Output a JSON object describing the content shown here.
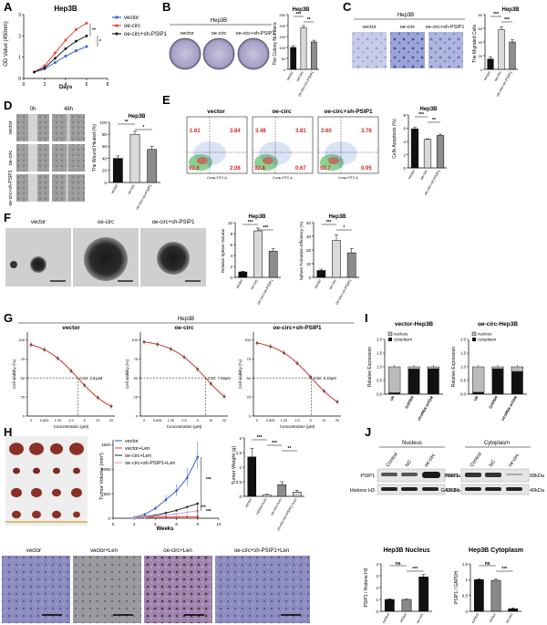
{
  "panels": {
    "A": {
      "letter": "A",
      "title": "Hep3B",
      "ylabel": "OD Value (450nm)",
      "xlabel": "Days",
      "legend": [
        "vector",
        "oe-circ",
        "oe-circ+sh-PSIP1"
      ],
      "sig": [
        "**",
        "*"
      ]
    },
    "B": {
      "letter": "B",
      "header": "Hep3B",
      "labels": [
        "vector",
        "oe-circ",
        "oe-circ+sh-PSIP1"
      ],
      "bar_title": "Hep3B",
      "ylabel": "The Colony Numbers",
      "sig": [
        "***",
        "**"
      ]
    },
    "C": {
      "letter": "C",
      "header": "Hep3B",
      "labels": [
        "vector",
        "oe-circ",
        "oe-circ+sh-PSIP1"
      ],
      "bar_title": "Hep3B",
      "ylabel": "The Migrated Cells",
      "sig": [
        "***",
        "***"
      ]
    },
    "D": {
      "letter": "D",
      "time_labels": [
        "0h",
        "48h"
      ],
      "row_labels": [
        "vector",
        "oe-circ",
        "oe-circ+sh-PSIP1"
      ],
      "bar_title": "Hep3B",
      "ylabel": "The Wound Healed (%)",
      "sig": [
        "**",
        "*"
      ]
    },
    "E": {
      "letter": "E",
      "plot_titles": [
        "vector",
        "oe-circ",
        "oe-circ+sh-PSIP1"
      ],
      "quadrants": [
        {
          "q1": "1.61",
          "q2": "3.84",
          "q3": "92.6",
          "q4": "2.08"
        },
        {
          "q1": "3.48",
          "q2": "3.81",
          "q3": "92.8",
          "q4": "0.67"
        },
        {
          "q1": "2.60",
          "q2": "3.78",
          "q3": "92.7",
          "q4": "0.95"
        }
      ],
      "axis_x": "Comp-FITC-A",
      "bar_title": "Hep3B",
      "ylabel": "Cells Apoptosis (%)",
      "sig": [
        "***",
        "**"
      ]
    },
    "F": {
      "letter": "F",
      "labels": [
        "vector",
        "oe-circ",
        "oe-circ+sh-PSIP1"
      ],
      "bar1_title": "Hep3B",
      "bar1_ylabel": "Relative Sphere Volume",
      "bar1_sig": [
        "***",
        "***"
      ],
      "bar2_title": "Hep3B",
      "bar2_ylabel": "Sphere Formation Efficiency (%)",
      "bar2_sig": [
        "***",
        "*"
      ]
    },
    "G": {
      "letter": "G",
      "header": "Hep3B",
      "titles": [
        "vector",
        "oe-circ",
        "oe-circ+sh-PSIP1"
      ],
      "ic50": [
        "IC50: 3.51μM",
        "IC50: 7.58μM",
        "IC50: 5.22μM"
      ],
      "xlabel": "Concentration (μM)",
      "ylabel": "Cell viability (%)",
      "xticks": [
        "0",
        "0.625",
        "1.25",
        "2.5",
        "5",
        "10",
        "20"
      ],
      "yticks": [
        "0",
        "25",
        "50",
        "75",
        "100"
      ]
    },
    "I": {
      "letter": "I",
      "titles": [
        "vector-Hep3B",
        "oe-circ-Hep3B"
      ],
      "legend": [
        "nucleus",
        "cytoplasm"
      ],
      "categories": [
        "U6",
        "GAPDH",
        "circRNA-mTOR"
      ],
      "ylabel": "Relative Expression",
      "yticks": [
        "0.0",
        "0.5",
        "1.0",
        "1.5",
        "2.0"
      ]
    },
    "H": {
      "letter": "H",
      "legend": [
        "vector",
        "vector+Len",
        "oe-circ+Len",
        "oe-circ+sh-PSIP1+Len"
      ],
      "ylabel": "Tumor Volume (mm³)",
      "xlabel": "Weeks",
      "yticks": [
        "0",
        "500",
        "1000",
        "1500"
      ],
      "xticks": [
        "0",
        "2",
        "4",
        "6",
        "8",
        "10"
      ],
      "sig": [
        "***",
        "***",
        "***"
      ],
      "weight_ylabel": "Tumor Weight (g)",
      "weight_sig": [
        "***",
        "***",
        "**"
      ],
      "weight_yticks": [
        "0.0",
        "0.5",
        "1.0",
        "1.5",
        "2.0"
      ],
      "weight_labels": [
        "vector",
        "vector+Len",
        "oe-circ+Len",
        "oe-circ+sh-PSIP1+Len"
      ],
      "ihc_labels": [
        "vector",
        "vector+Len",
        "oe-circ+Len",
        "oe-circ+sh-PSIP1+Len"
      ]
    },
    "J": {
      "letter": "J",
      "nucleus_title": "Nucleus",
      "cytoplasm_title": "Cytoplasm",
      "lanes": [
        "Control",
        "NC",
        "oe-circ"
      ],
      "row_labels_left": [
        "PSIP1",
        "Histone H3"
      ],
      "row_labels_right": [
        "PSIP1",
        "GAPDH"
      ],
      "kda_left": [
        "68kDa",
        "13kDa"
      ],
      "kda_right": [
        "68kDa",
        "40kDa"
      ],
      "bar1_title": "Hep3B Nucleus",
      "bar1_ylabel": "PSIP1 / Histone H3",
      "bar1_sig": [
        "ns",
        "***"
      ],
      "bar2_title": "Hep3B Cytoplasm",
      "bar2_ylabel": "PSIP1 / GAPDH",
      "bar2_sig": [
        "ns",
        "***"
      ],
      "categories": [
        "control",
        "vector",
        "oe-circ"
      ]
    }
  },
  "chart_data": [
    {
      "panel": "A",
      "type": "line",
      "title": "Hep3B",
      "x": [
        1,
        2,
        3,
        4,
        5,
        6
      ],
      "series": [
        {
          "name": "vector",
          "values": [
            0.3,
            0.45,
            0.75,
            1.05,
            1.3,
            1.5
          ]
        },
        {
          "name": "oe-circ",
          "values": [
            0.3,
            0.6,
            1.2,
            1.8,
            2.3,
            2.6
          ]
        },
        {
          "name": "oe-circ+sh-PSIP1",
          "values": [
            0.3,
            0.5,
            0.95,
            1.4,
            1.75,
            2.0
          ]
        }
      ],
      "xlabel": "Days",
      "ylabel": "OD Value (450nm)",
      "xlim": [
        0,
        8
      ],
      "ylim": [
        0,
        3
      ],
      "xticks": [
        0,
        2,
        4,
        6,
        8
      ],
      "yticks": [
        0,
        1,
        2,
        3
      ],
      "colors": [
        "#3a5fcd",
        "#e8473b",
        "#222222"
      ]
    },
    {
      "panel": "B",
      "type": "bar",
      "categories": [
        "vector",
        "oe-circ",
        "oe-circ+sh-PSIP1"
      ],
      "values": [
        100,
        190,
        125
      ],
      "errors": [
        8,
        10,
        8
      ],
      "ylim": [
        0,
        250
      ],
      "yticks": [
        0,
        50,
        100,
        150,
        200,
        250
      ]
    },
    {
      "panel": "C",
      "type": "bar",
      "categories": [
        "vector",
        "oe-circ",
        "oe-circ+sh-PSIP1"
      ],
      "values": [
        15,
        58,
        40
      ],
      "errors": [
        3,
        4,
        3
      ],
      "ylim": [
        0,
        80
      ],
      "yticks": [
        0,
        20,
        40,
        60,
        80
      ]
    },
    {
      "panel": "D",
      "type": "bar",
      "categories": [
        "vector",
        "oe-circ",
        "oe-circ+sh-PSIP1"
      ],
      "values": [
        40,
        80,
        55
      ],
      "errors": [
        4,
        5,
        5
      ],
      "ylim": [
        0,
        100
      ],
      "yticks": [
        0,
        20,
        40,
        60,
        80,
        100
      ]
    },
    {
      "panel": "E",
      "type": "bar",
      "categories": [
        "vector",
        "oe-circ",
        "oe-circ+sh-PSIP1"
      ],
      "values": [
        5.9,
        4.3,
        4.9
      ],
      "errors": [
        0.2,
        0.1,
        0.2
      ],
      "ylim": [
        0,
        8
      ],
      "yticks": [
        0,
        2,
        4,
        6,
        8
      ]
    },
    {
      "panel": "F1",
      "type": "bar",
      "categories": [
        "vector",
        "oe-circ",
        "oe-circ+sh-PSIP1"
      ],
      "values": [
        1,
        8.5,
        4.8
      ],
      "errors": [
        0.1,
        0.5,
        0.4
      ],
      "ylim": [
        0,
        10
      ],
      "yticks": [
        0,
        2,
        4,
        6,
        8,
        10
      ]
    },
    {
      "panel": "F2",
      "type": "bar",
      "categories": [
        "vector",
        "oe-circ",
        "oe-circ+sh-PSIP1"
      ],
      "values": [
        5,
        27,
        18
      ],
      "errors": [
        1,
        4,
        3
      ],
      "ylim": [
        0,
        40
      ],
      "yticks": [
        0,
        10,
        20,
        30,
        40
      ]
    },
    {
      "panel": "Hweight",
      "type": "bar",
      "categories": [
        "vector",
        "vector+Len",
        "oe-circ+Len",
        "oe-circ+sh-PSIP1+Len"
      ],
      "values": [
        1.35,
        0.05,
        0.4,
        0.15
      ],
      "errors": [
        0.3,
        0.02,
        0.1,
        0.05
      ],
      "ylim": [
        0,
        2
      ],
      "yticks": [
        0,
        0.5,
        1,
        1.5,
        2
      ]
    },
    {
      "panel": "J1",
      "type": "bar",
      "categories": [
        "control",
        "vector",
        "oe-circ"
      ],
      "values": [
        1.0,
        1.0,
        2.9
      ],
      "errors": [
        0.05,
        0.03,
        0.2
      ],
      "ylim": [
        0,
        4
      ],
      "yticks": [
        0,
        1,
        2,
        3,
        4
      ]
    },
    {
      "panel": "J2",
      "type": "bar",
      "categories": [
        "control",
        "vector",
        "oe-circ"
      ],
      "values": [
        1.0,
        0.98,
        0.08
      ],
      "errors": [
        0.03,
        0.04,
        0.03
      ],
      "ylim": [
        0,
        1.5
      ],
      "yticks": [
        0,
        0.5,
        1.0,
        1.5
      ]
    }
  ],
  "colors": {
    "bar_vector": "#111111",
    "bar_oe": "#d9d9d9",
    "bar_sh": "#8c8c8c",
    "red": "#d62728",
    "blue": "#3a5fcd"
  }
}
